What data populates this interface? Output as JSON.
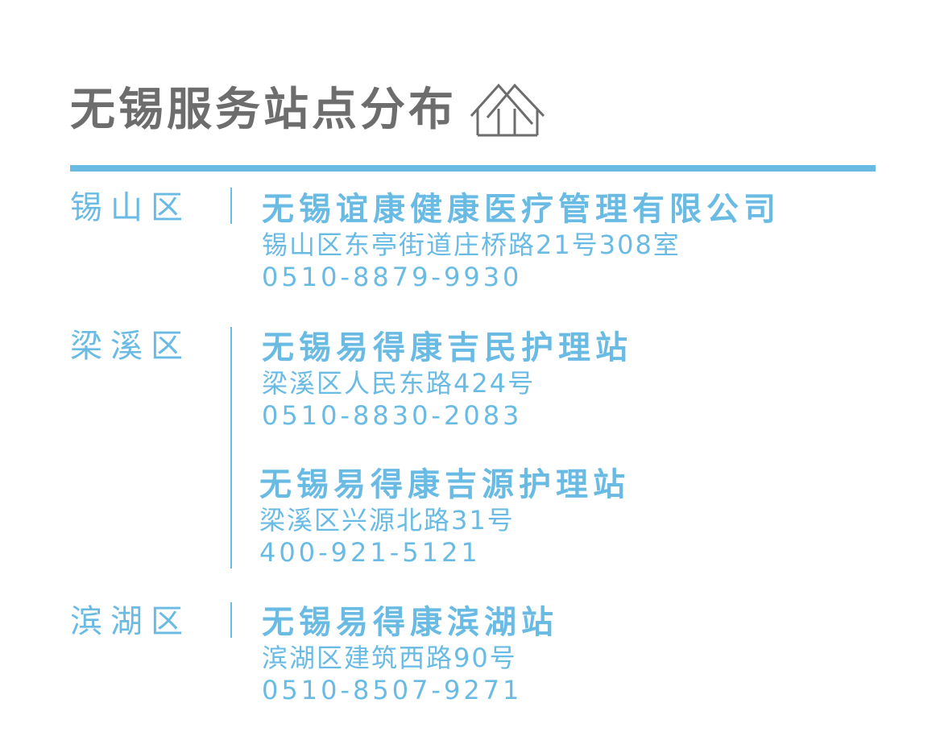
{
  "header": {
    "title": "无锡服务站点分布",
    "icon": "house-icon"
  },
  "colors": {
    "title": "#6d6d6d",
    "accent": "#6abbe4",
    "background": "#ffffff"
  },
  "districts": [
    {
      "name": "锡山区",
      "stations": [
        {
          "name": "无锡谊康健康医疗管理有限公司",
          "address": "锡山区东亭街道庄桥路21号308室",
          "phone": "0510-8879-9930"
        }
      ]
    },
    {
      "name": "梁溪区",
      "stations": [
        {
          "name": "无锡易得康吉民护理站",
          "address": "梁溪区人民东路424号",
          "phone": "0510-8830-2083"
        },
        {
          "name": "无锡易得康吉源护理站",
          "address": "梁溪区兴源北路31号",
          "phone": "400-921-5121"
        }
      ]
    },
    {
      "name": "滨湖区",
      "stations": [
        {
          "name": "无锡易得康滨湖站",
          "address": "滨湖区建筑西路90号",
          "phone": "0510-8507-9271"
        }
      ]
    }
  ]
}
